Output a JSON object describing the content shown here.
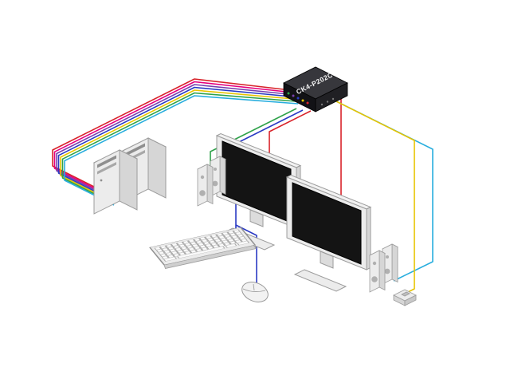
{
  "diagram": {
    "device_label": "CK4-P202C"
  },
  "colors": {
    "red": "#d8232a",
    "magenta": "#e5007e",
    "purple": "#7a3fae",
    "blue": "#2b3bc4",
    "yellow": "#e8c400",
    "green": "#2fa24a",
    "cyan": "#29aede",
    "device_top": "#37373c",
    "device_left": "#121216",
    "device_right": "#202024",
    "label_text": "#f5f5f5",
    "chassis": "#ececec",
    "chassis_side": "#d6d6d6",
    "chassis_top": "#f6f6f6",
    "screen": "#141414",
    "outline": "#9c9c9c"
  },
  "connections": [
    {
      "from": "kvm-switch",
      "to": "computer-1",
      "cables": [
        "red",
        "magenta",
        "purple",
        "blue"
      ]
    },
    {
      "from": "kvm-switch",
      "to": "computer-2",
      "cables": [
        "yellow",
        "green",
        "cyan"
      ]
    },
    {
      "from": "kvm-switch",
      "to": "monitor-1",
      "cables": [
        "red"
      ]
    },
    {
      "from": "kvm-switch",
      "to": "monitor-2",
      "cables": [
        "red"
      ]
    },
    {
      "from": "kvm-switch",
      "to": "keyboard",
      "cables": [
        "blue"
      ]
    },
    {
      "from": "kvm-switch",
      "to": "mouse",
      "cables": [
        "blue"
      ]
    },
    {
      "from": "kvm-switch",
      "to": "speakers-left",
      "cables": [
        "green"
      ]
    },
    {
      "from": "kvm-switch",
      "to": "speakers-right",
      "cables": [
        "cyan"
      ]
    },
    {
      "from": "kvm-switch",
      "to": "remote-switch",
      "cables": [
        "yellow"
      ]
    }
  ]
}
